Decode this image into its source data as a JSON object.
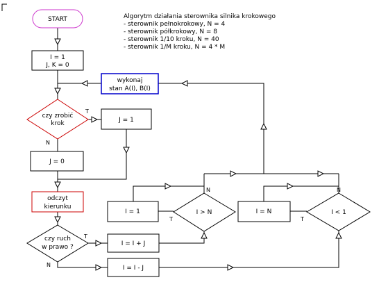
{
  "description": {
    "title": "Algorytm działania sterownika silnika krokowego",
    "lines": [
      "- sterownik pełnokrokowy, N = 4",
      "- sterownik półkrokowy, N = 8",
      "- sterownik 1/10 kroku, N = 40",
      "- sterownik 1/M kroku, N = 4 * M"
    ]
  },
  "nodes": {
    "start": "START",
    "init_line1": "I = 1",
    "init_line2": "J, K = 0",
    "execute_line1": "wykonaj",
    "execute_line2": "stan A(I), B(I)",
    "step_q_line1": "czy zrobić",
    "step_q_line2": "krok",
    "j_one": "J = 1",
    "j_zero": "J = 0",
    "read_dir_line1": "odczyt",
    "read_dir_line2": "kierunku",
    "right_q_line1": "czy ruch",
    "right_q_line2": "w prawo ?",
    "i_plus": "I = I + J",
    "i_minus": "I = I - J",
    "gt_n_q": "I > N",
    "i_one": "I = 1",
    "lt_one_q": "I < 1",
    "i_n": "I = N"
  },
  "labels": {
    "t": "T",
    "n": "N"
  },
  "colors": {
    "start_border": "#cc33cc",
    "execute_border": "#0000cc",
    "step_q_border": "#cc0000",
    "read_dir_border": "#cc0000",
    "line": "#000000"
  }
}
